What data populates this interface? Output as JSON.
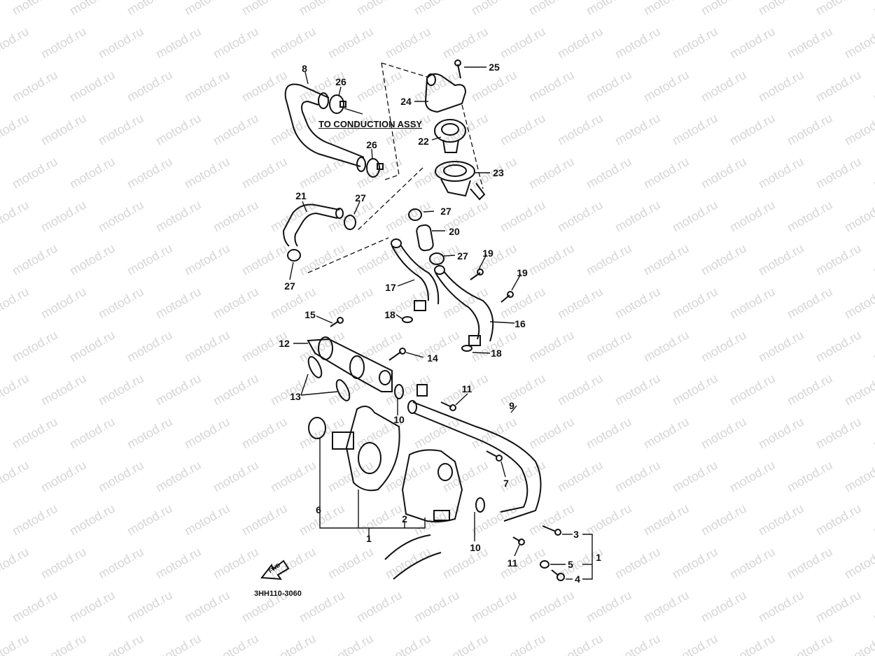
{
  "watermark": "motod.ru",
  "note": "TO CONDUCTION ASSY",
  "diagram_code": "3HH110-3060",
  "fwd_label": "FWD",
  "callouts": [
    {
      "id": "c8",
      "text": "8"
    },
    {
      "id": "c26a",
      "text": "26"
    },
    {
      "id": "c26b",
      "text": "26"
    },
    {
      "id": "c25",
      "text": "25"
    },
    {
      "id": "c24",
      "text": "24"
    },
    {
      "id": "c22",
      "text": "22"
    },
    {
      "id": "c23",
      "text": "23"
    },
    {
      "id": "c21",
      "text": "21"
    },
    {
      "id": "c27a",
      "text": "27"
    },
    {
      "id": "c27b",
      "text": "27"
    },
    {
      "id": "c27c",
      "text": "27"
    },
    {
      "id": "c27d",
      "text": "27"
    },
    {
      "id": "c20",
      "text": "20"
    },
    {
      "id": "c19a",
      "text": "19"
    },
    {
      "id": "c19b",
      "text": "19"
    },
    {
      "id": "c17",
      "text": "17"
    },
    {
      "id": "c18a",
      "text": "18"
    },
    {
      "id": "c18b",
      "text": "18"
    },
    {
      "id": "c16",
      "text": "16"
    },
    {
      "id": "c15",
      "text": "15"
    },
    {
      "id": "c12",
      "text": "12"
    },
    {
      "id": "c14",
      "text": "14"
    },
    {
      "id": "c13",
      "text": "13"
    },
    {
      "id": "c11a",
      "text": "11"
    },
    {
      "id": "c11b",
      "text": "11"
    },
    {
      "id": "c9",
      "text": "9"
    },
    {
      "id": "c10a",
      "text": "10"
    },
    {
      "id": "c10b",
      "text": "10"
    },
    {
      "id": "c7",
      "text": "7"
    },
    {
      "id": "c6",
      "text": "6"
    },
    {
      "id": "c2",
      "text": "2"
    },
    {
      "id": "c1a",
      "text": "1"
    },
    {
      "id": "c1b",
      "text": "1"
    },
    {
      "id": "c3",
      "text": "3"
    },
    {
      "id": "c5",
      "text": "5"
    },
    {
      "id": "c4",
      "text": "4"
    }
  ]
}
